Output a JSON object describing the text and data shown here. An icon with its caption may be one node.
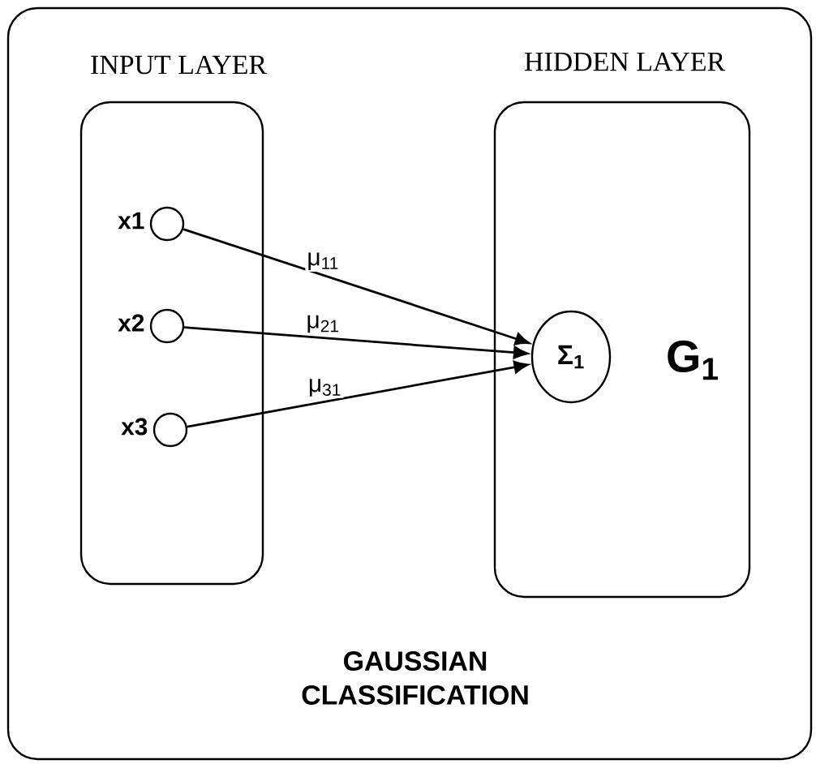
{
  "diagram": {
    "nodes": [
      {
        "text": [
          "GAUSSIAN CLASSIFICATION"
        ]
      },
      {
        "text": [
          "INPUT LAYER"
        ],
        "in": 0
      },
      {
        "text": [
          "HIDDEN LAYER",
          "G$_{1}$"
        ],
        "in": 0
      },
      {
        "text": [],
        "shape": "circle",
        "in": 1,
        "beside": [
          "x1"
        ]
      },
      {
        "text": [],
        "shape": "circle",
        "in": 1,
        "beside": [
          "x2"
        ]
      },
      {
        "text": [],
        "shape": "circle",
        "in": 1,
        "beside": [
          "x3"
        ]
      },
      {
        "text": [
          "Σ$_{1}$"
        ],
        "in": 2
      }
    ],
    "edges": [
      {
        "from": 3,
        "to": 6,
        "arrow": "to",
        "label": "μ$_{11}$"
      },
      {
        "from": 4,
        "to": 6,
        "arrow": "to",
        "label": "μ$_{21}$"
      },
      {
        "from": 5,
        "to": 6,
        "arrow": "to",
        "label": "μ$_{31}$"
      }
    ]
  }
}
